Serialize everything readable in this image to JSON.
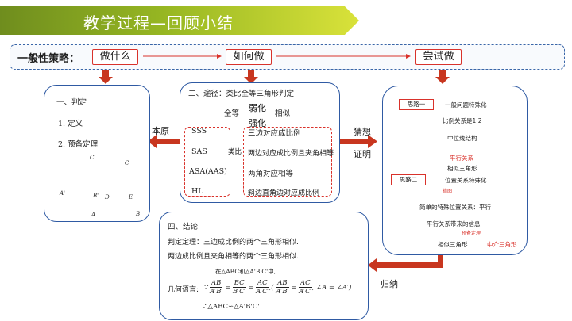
{
  "slide": {
    "title": "教学过程—回顾小结",
    "strategy": {
      "label": "一般性策略：",
      "steps": [
        "做什么",
        "如何做",
        "尝试做"
      ]
    }
  },
  "panel_judgement": {
    "heading": "一、判定",
    "items": [
      "1.  定义",
      "2.  预备定理"
    ],
    "triangle_labels": {
      "left": [
        "C'",
        "A'",
        "B'"
      ],
      "right": [
        "C",
        "D",
        "E",
        "A",
        "B"
      ]
    }
  },
  "link_left": "本原",
  "panel_approach": {
    "heading": "二、途径：类比全等三角形判定",
    "weaken": "弱化",
    "congruent": "全等",
    "similar": "相似",
    "strengthen": "强化",
    "left_items": [
      "SSS",
      "SAS",
      "ASA(AAS)",
      "HL"
    ],
    "analogy": "类比",
    "right_items": [
      "三边对应成比例",
      "两边对应成比例且夹角相等",
      "两角对应相等",
      "斜边直角边对应成比例"
    ]
  },
  "link_right": [
    "猜想",
    "证明"
  ],
  "panel_process": {
    "idea1": "思路一",
    "idea2": "思路二",
    "lines": [
      "一般问题特殊化",
      "比例关系是1:2",
      "中位线结构",
      "平行关系",
      "相似三角形",
      "位置关系特殊化",
      "简单的特殊位置关系：平行",
      "平行关系带来的信息",
      "相似三角形"
    ],
    "side_notes": [
      "猜图",
      "预备定理",
      "中介三角形"
    ]
  },
  "panel_conclusion": {
    "heading": "四、结论",
    "statement": "判定定理：三边成比例的两个三角形相似.",
    "statement2": "两边成比例且夹角相等的两个三角形相似.",
    "geometry_intro": "在△ABC和△A'B'C'中,",
    "geometry_label": "几何语言:",
    "therefore": "∴△ABC∽△A'B'C'"
  },
  "link_bottom": "归纳",
  "colors": {
    "accent_red": "#d9322b",
    "panel_blue": "#2f5aa3",
    "banner_green": "#8fb022"
  }
}
